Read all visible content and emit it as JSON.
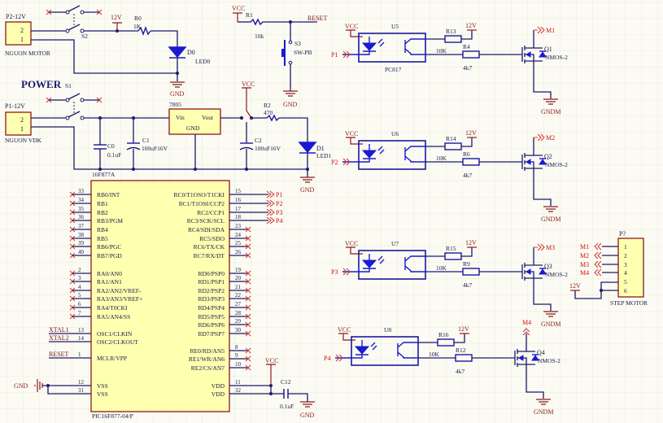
{
  "title": "POWER",
  "colors": {
    "background": "#fbfbf3",
    "grid": "#ececdc",
    "wire": "#1a1a6e",
    "component_body": "#ffffb0",
    "diode": "#1a1ad0",
    "net_label": "#d01010",
    "power_label": "#8b1a1a"
  },
  "connectors": {
    "p2": {
      "designator": "P2-12V",
      "pins": [
        "2",
        "1"
      ],
      "caption": "NGUON MOTOR"
    },
    "p1": {
      "designator": "P1-12V",
      "pins": [
        "2",
        "1"
      ],
      "caption": "NGUON VDK"
    },
    "p7": {
      "designator": "P?",
      "pins": [
        "1",
        "2",
        "3",
        "4",
        "5",
        "6"
      ],
      "caption": "STEP MOTOR",
      "nets": [
        "M1",
        "M2",
        "M3",
        "M4"
      ],
      "supply": "12V"
    }
  },
  "switches": {
    "s2": "S2",
    "s1": "S1",
    "s3": "S3",
    "s3_type": "SW-PB"
  },
  "resistors": {
    "r0": {
      "name": "R0",
      "value": "1K"
    },
    "r1": {
      "name": "R1",
      "value": "10k"
    },
    "r2": {
      "name": "R2",
      "value": "470"
    },
    "r13": {
      "name": "R13",
      "value": "10K"
    },
    "r4": {
      "name": "R4",
      "value": "4k7"
    },
    "r14": {
      "name": "R14",
      "value": "10K"
    },
    "r6": {
      "name": "R6",
      "value": "4k7"
    },
    "r15": {
      "name": "R15",
      "value": "10K"
    },
    "r9": {
      "name": "R9",
      "value": "4k7"
    },
    "r16": {
      "name": "R16",
      "value": "10K"
    },
    "r12": {
      "name": "R12",
      "value": "4k7"
    }
  },
  "capacitors": {
    "c0": {
      "name": "C0",
      "value": "0.1uF"
    },
    "c1": {
      "name": "C1",
      "value": "100uF16V"
    },
    "c2": {
      "name": "C2",
      "value": "100uF16V"
    },
    "c12": {
      "name": "C12",
      "value": "0.1uF"
    }
  },
  "diodes": {
    "d0": {
      "name": "D0",
      "value": "LED0"
    },
    "d1": {
      "name": "D1",
      "value": "LED1"
    }
  },
  "regulator": {
    "name": "7805",
    "vin": "Vin",
    "vout": "Vout",
    "gnd": "GND"
  },
  "power": {
    "vcc": "VCC",
    "gnd": "GND",
    "v12": "12V",
    "gndm": "GNDM",
    "reset": "RESET"
  },
  "mcu": {
    "part_top": "16F877A",
    "part_bottom": "PIC16F877-04/P",
    "left_pins": [
      {
        "num": "33",
        "name": "RB0/INT"
      },
      {
        "num": "34",
        "name": "RB1"
      },
      {
        "num": "35",
        "name": "RB2"
      },
      {
        "num": "36",
        "name": "RB3/PGM"
      },
      {
        "num": "37",
        "name": "RB4"
      },
      {
        "num": "38",
        "name": "RB5"
      },
      {
        "num": "39",
        "name": "RB6/PGC"
      },
      {
        "num": "40",
        "name": "RB7/PGD"
      },
      {
        "num": "2",
        "name": "RA0/AN0"
      },
      {
        "num": "3",
        "name": "RA1/AN1"
      },
      {
        "num": "4",
        "name": "RA2/AN2/VREF-"
      },
      {
        "num": "5",
        "name": "RA3/AN3/VREF+"
      },
      {
        "num": "6",
        "name": "RA4/T0CKI"
      },
      {
        "num": "7",
        "name": "RA5/AN4/SS"
      },
      {
        "num": "13",
        "name": "OSC1/CLKIN"
      },
      {
        "num": "14",
        "name": "OSC2/CLKOUT"
      },
      {
        "num": "1",
        "name": "MCLR/VPP"
      },
      {
        "num": "12",
        "name": "VSS"
      },
      {
        "num": "31",
        "name": "VSS"
      }
    ],
    "right_pins": [
      {
        "num": "15",
        "name": "RC0/T1OSO/T1CKI"
      },
      {
        "num": "16",
        "name": "RC1/T1OSI/CCP2"
      },
      {
        "num": "17",
        "name": "RC2/CCP1"
      },
      {
        "num": "18",
        "name": "RC3/SCK/SCL"
      },
      {
        "num": "23",
        "name": "RC4/SDI/SDA"
      },
      {
        "num": "24",
        "name": "RC5/SDO"
      },
      {
        "num": "25",
        "name": "RC6/TX/CK"
      },
      {
        "num": "26",
        "name": "RC7/RX/DT"
      },
      {
        "num": "19",
        "name": "RD0/PSP0"
      },
      {
        "num": "20",
        "name": "RD1/PSP1"
      },
      {
        "num": "21",
        "name": "RD2/PSP2"
      },
      {
        "num": "22",
        "name": "RD3/PSP3"
      },
      {
        "num": "27",
        "name": "RD4/PSP4"
      },
      {
        "num": "28",
        "name": "RD5/PSP5"
      },
      {
        "num": "29",
        "name": "RD6/PSP6"
      },
      {
        "num": "30",
        "name": "RD7/PSP7"
      },
      {
        "num": "8",
        "name": "RE0/RD/AN5"
      },
      {
        "num": "9",
        "name": "RE1/WR/AN6"
      },
      {
        "num": "10",
        "name": "RE2/CS/AN7"
      },
      {
        "num": "11",
        "name": "VDD"
      },
      {
        "num": "32",
        "name": "VDD"
      }
    ],
    "port_nets": [
      "P1",
      "P2",
      "P3",
      "P4"
    ],
    "xtal1": "XTAL1",
    "xtal2": "XTAL2",
    "reset": "RESET",
    "gnd": "GND"
  },
  "drivers": [
    {
      "input": "P1",
      "opto": "U5",
      "opto_type": "PC817",
      "pullup": "R13",
      "pullup_value": "10K",
      "gate_r": "R4",
      "gate_r_value": "4k7",
      "fet": "Q1",
      "fet_type": "NMOS-2",
      "output": "M1"
    },
    {
      "input": "P2",
      "opto": "U6",
      "opto_type": "",
      "pullup": "R14",
      "pullup_value": "10K",
      "gate_r": "R6",
      "gate_r_value": "4k7",
      "fet": "Q2",
      "fet_type": "NMOS-2",
      "output": "M2"
    },
    {
      "input": "P3",
      "opto": "U7",
      "opto_type": "",
      "pullup": "R15",
      "pullup_value": "10K",
      "gate_r": "R9",
      "gate_r_value": "4k7",
      "fet": "Q3",
      "fet_type": "NMOS-2",
      "output": "M3"
    },
    {
      "input": "P4",
      "opto": "U8",
      "opto_type": "",
      "pullup": "R16",
      "pullup_value": "10K",
      "gate_r": "R12",
      "gate_r_value": "4k7",
      "fet": "Q4",
      "fet_type": "NMOS-2",
      "output": "M4"
    }
  ]
}
